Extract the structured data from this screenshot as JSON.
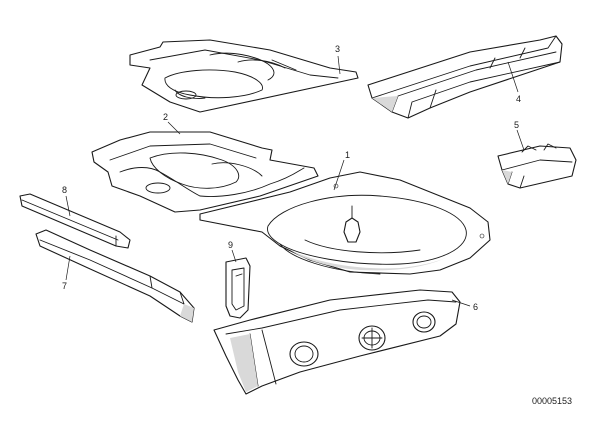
{
  "callouts": [
    {
      "id": "1",
      "label": "1"
    },
    {
      "id": "2",
      "label": "2"
    },
    {
      "id": "3",
      "label": "3"
    },
    {
      "id": "4",
      "label": "4"
    },
    {
      "id": "5",
      "label": "5"
    },
    {
      "id": "6",
      "label": "6"
    },
    {
      "id": "7",
      "label": "7"
    },
    {
      "id": "8",
      "label": "8"
    },
    {
      "id": "9",
      "label": "9"
    }
  ],
  "diagram_code": "00005153"
}
